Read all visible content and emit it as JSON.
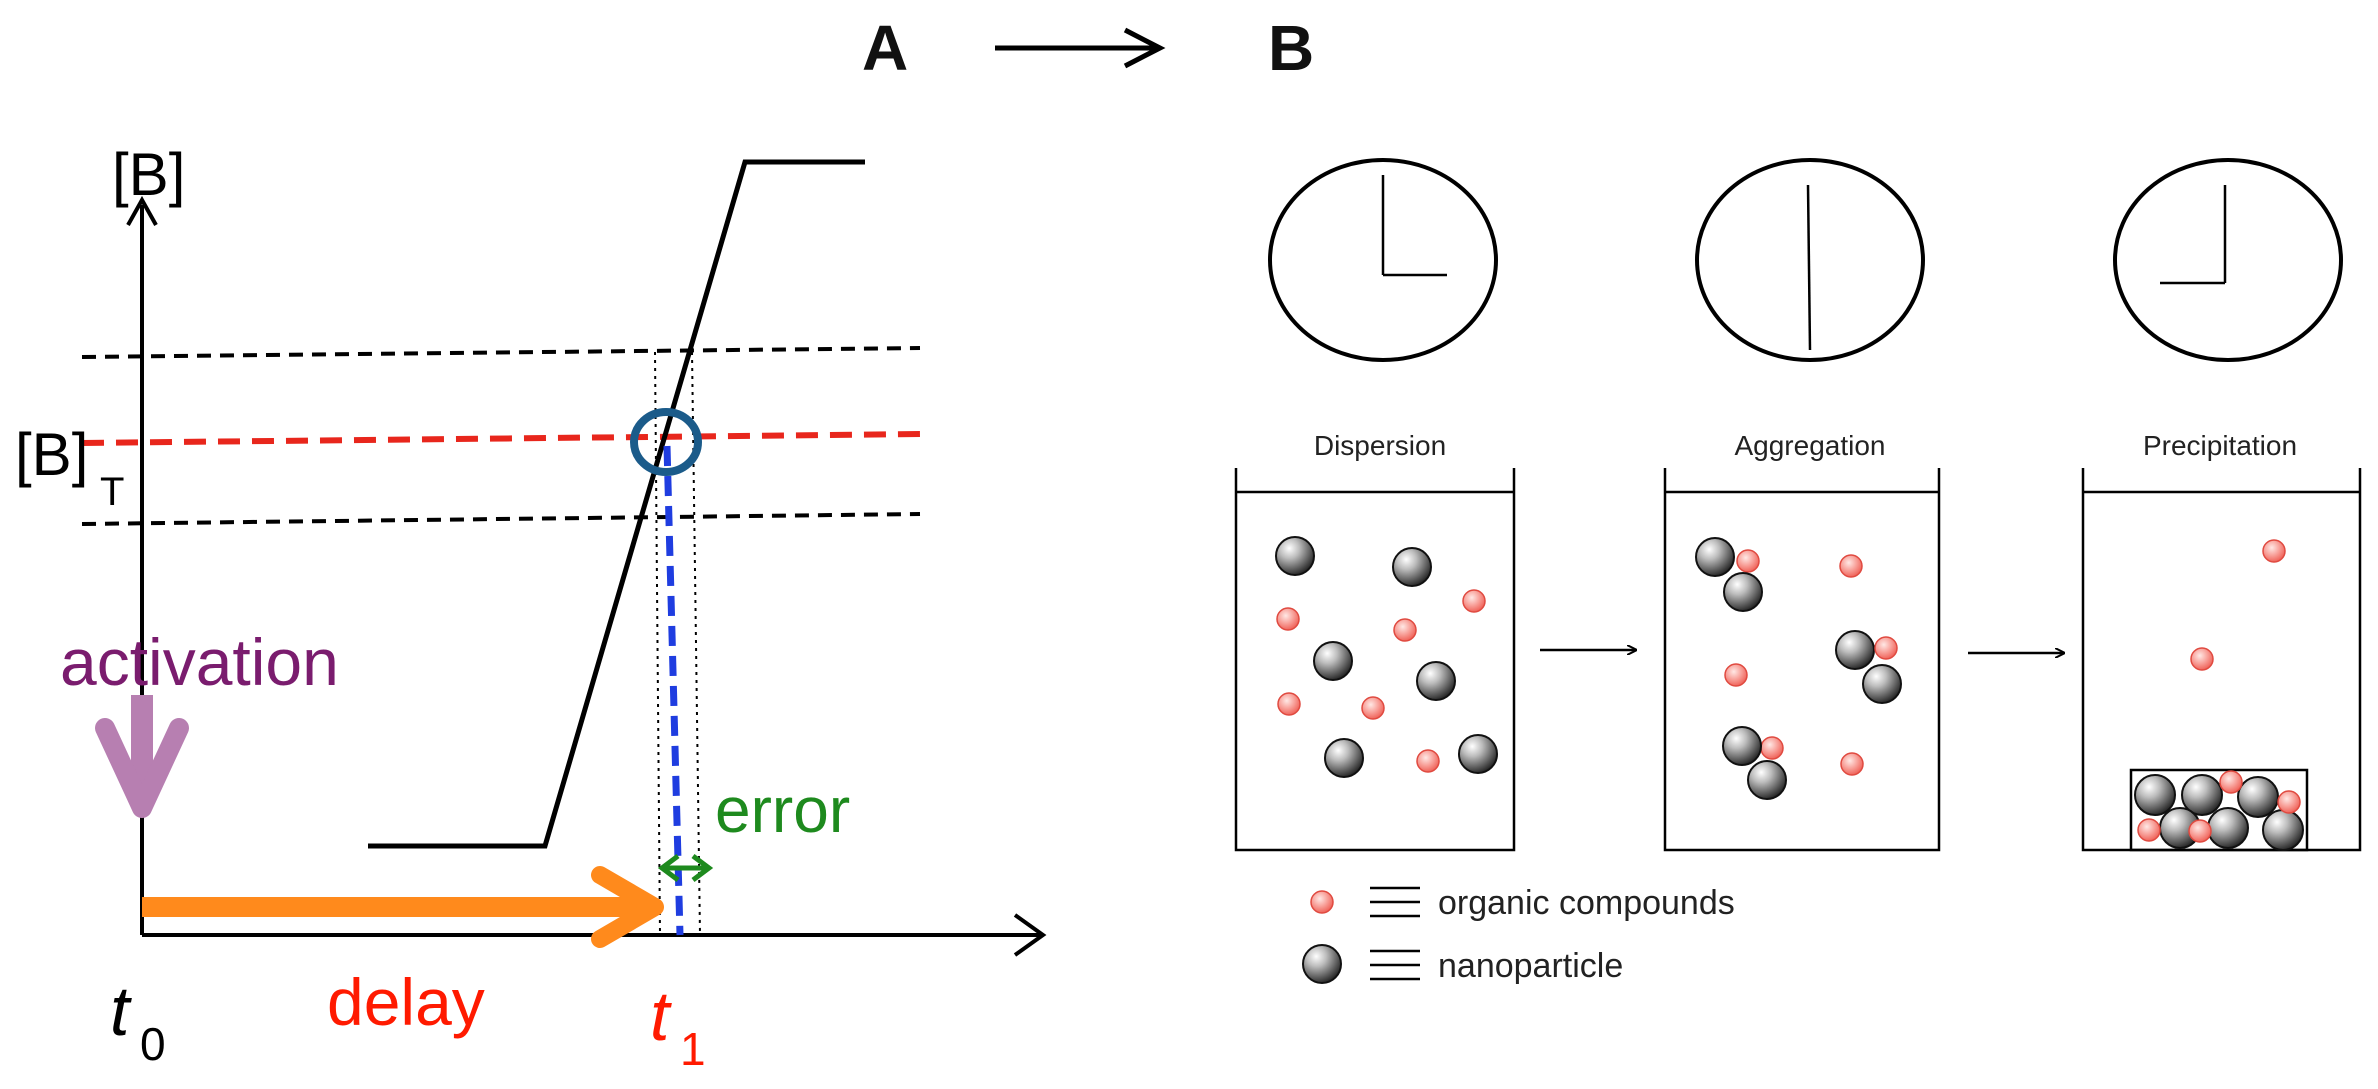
{
  "header": {
    "panel_a": "A",
    "panel_b": "B"
  },
  "panel_a": {
    "y_axis_label": "[B]",
    "threshold_label_main": "[B]",
    "threshold_label_sub": "T",
    "activation_label": "activation",
    "error_label": "error",
    "delay_label": "delay",
    "t0_main": "t",
    "t0_sub": "0",
    "t1_main": "t",
    "t1_sub": "1",
    "colors": {
      "curve": "#000000",
      "threshold": "#e8261c",
      "bounds": "#000000",
      "activation": "#7a1c6e",
      "activation_arrow": "#b77fb1",
      "delay": "#ff1a00",
      "delay_arrow": "#ff8a1c",
      "error": "#1e8a1e",
      "t1_line": "#1f3de0",
      "crossing_circle": "#1b5b8a"
    }
  },
  "panel_b": {
    "stages": [
      {
        "label": "Dispersion"
      },
      {
        "label": "Aggregation"
      },
      {
        "label": "Precipitation"
      }
    ],
    "legend": [
      {
        "icon": "organic-compound-icon",
        "text": "organic compounds"
      },
      {
        "icon": "nanoparticle-icon",
        "text": "nanoparticle"
      }
    ],
    "colors": {
      "organic": "#f4746b",
      "nanoparticle": "#3a3a3a"
    }
  }
}
